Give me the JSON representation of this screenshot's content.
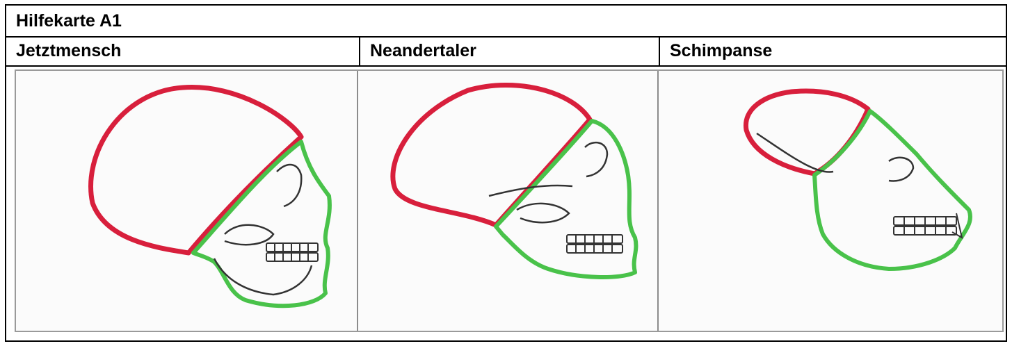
{
  "card": {
    "title": "Hilfekarte A1",
    "columns": [
      {
        "label": "Jetztmensch"
      },
      {
        "label": "Neandertaler"
      },
      {
        "label": "Schimpanse"
      }
    ]
  },
  "colors": {
    "skull_cap": "#d81f3c",
    "face_outline": "#49c24a",
    "sketch_line": "#333333"
  }
}
